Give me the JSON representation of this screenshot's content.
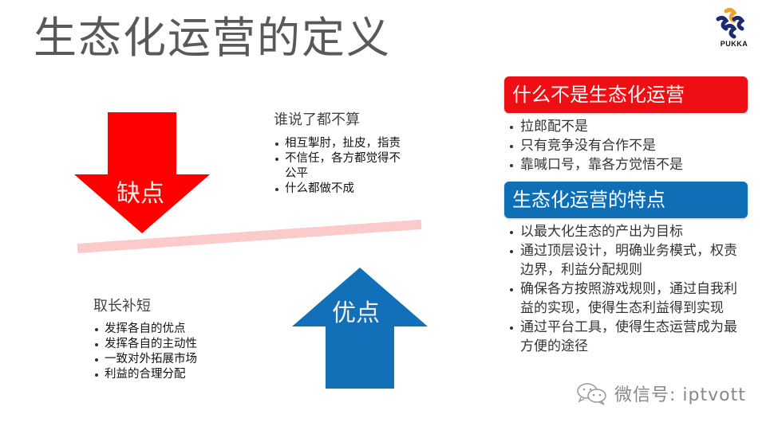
{
  "slide": {
    "title": "生态化运营的定义",
    "logo": {
      "text": "PUKKA",
      "icon": "pukka-logo-icon",
      "colors": {
        "primary": "#1c2a6e",
        "accent": "#e8a23a"
      }
    }
  },
  "left": {
    "disadvantage_arrow": {
      "label": "缺点",
      "direction": "down",
      "color": "#ff0000"
    },
    "advantage_arrow": {
      "label": "优点",
      "direction": "up",
      "color": "#1170b8"
    },
    "divider_color": "#fbcaca",
    "disadvantage_section": {
      "heading": "谁说了都不算",
      "items": [
        "相互掣肘，扯皮，指责",
        "不信任，各方都觉得不公平",
        "什么都做不成"
      ]
    },
    "advantage_section": {
      "heading": "取长补短",
      "items": [
        "发挥各自的优点",
        "发挥各自的主动性",
        "一致对外拓展市场",
        "利益的合理分配"
      ]
    }
  },
  "right": {
    "not_section": {
      "heading": "什么不是生态化运营",
      "color": "#ee0f14",
      "items": [
        "拉郎配不是",
        "只有竞争没有合作不是",
        "靠喊口号，靠各方觉悟不是"
      ]
    },
    "features_section": {
      "heading": "生态化运营的特点",
      "color": "#0f6fb6",
      "items": [
        "以最大化生态的产出为目标",
        "通过顶层设计，明确业务模式，权责边界，利益分配规则",
        "确保各方按照游戏规则，通过自我利益的实现，使得生态利益得到实现",
        "通过平台工具，使得生态运营成为最方便的途径"
      ]
    }
  },
  "watermark": {
    "icon": "wechat-icon",
    "text": "微信号: iptvott"
  }
}
